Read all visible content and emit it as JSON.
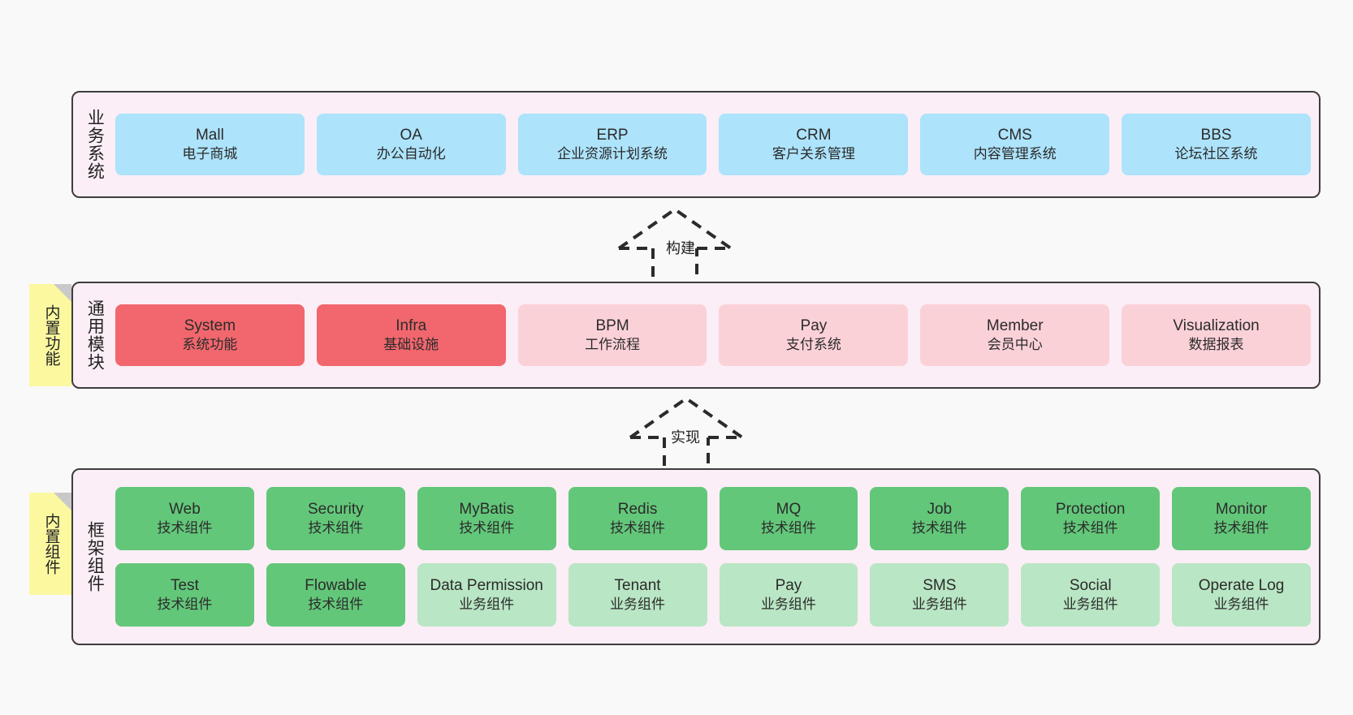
{
  "layers": [
    {
      "id": "business",
      "title": "业务系统",
      "rows": [
        [
          {
            "name": "Mall",
            "sub": "电子商城",
            "color": "blue"
          },
          {
            "name": "OA",
            "sub": "办公自动化",
            "color": "blue"
          },
          {
            "name": "ERP",
            "sub": "企业资源计划系统",
            "color": "blue"
          },
          {
            "name": "CRM",
            "sub": "客户关系管理",
            "color": "blue"
          },
          {
            "name": "CMS",
            "sub": "内容管理系统",
            "color": "blue"
          },
          {
            "name": "BBS",
            "sub": "论坛社区系统",
            "color": "blue"
          }
        ]
      ]
    },
    {
      "id": "modules",
      "title": "通用模块",
      "rows": [
        [
          {
            "name": "System",
            "sub": "系统功能",
            "color": "red"
          },
          {
            "name": "Infra",
            "sub": "基础设施",
            "color": "red"
          },
          {
            "name": "BPM",
            "sub": "工作流程",
            "color": "pink"
          },
          {
            "name": "Pay",
            "sub": "支付系统",
            "color": "pink"
          },
          {
            "name": "Member",
            "sub": "会员中心",
            "color": "pink"
          },
          {
            "name": "Visualization",
            "sub": "数据报表",
            "color": "pink"
          }
        ]
      ]
    },
    {
      "id": "framework",
      "title": "框架组件",
      "rows": [
        [
          {
            "name": "Web",
            "sub": "技术组件",
            "color": "green"
          },
          {
            "name": "Security",
            "sub": "技术组件",
            "color": "green"
          },
          {
            "name": "MyBatis",
            "sub": "技术组件",
            "color": "green"
          },
          {
            "name": "Redis",
            "sub": "技术组件",
            "color": "green"
          },
          {
            "name": "MQ",
            "sub": "技术组件",
            "color": "green"
          },
          {
            "name": "Job",
            "sub": "技术组件",
            "color": "green"
          },
          {
            "name": "Protection",
            "sub": "技术组件",
            "color": "green"
          },
          {
            "name": "Monitor",
            "sub": "技术组件",
            "color": "green"
          }
        ],
        [
          {
            "name": "Test",
            "sub": "技术组件",
            "color": "green"
          },
          {
            "name": "Flowable",
            "sub": "技术组件",
            "color": "green"
          },
          {
            "name": "Data Permission",
            "sub": "业务组件",
            "color": "lightgreen"
          },
          {
            "name": "Tenant",
            "sub": "业务组件",
            "color": "lightgreen"
          },
          {
            "name": "Pay",
            "sub": "业务组件",
            "color": "lightgreen"
          },
          {
            "name": "SMS",
            "sub": "业务组件",
            "color": "lightgreen"
          },
          {
            "name": "Social",
            "sub": "业务组件",
            "color": "lightgreen"
          },
          {
            "name": "Operate Log",
            "sub": "业务组件",
            "color": "lightgreen"
          }
        ]
      ]
    }
  ],
  "notes": [
    {
      "id": "modules",
      "label": "内置功能"
    },
    {
      "id": "framework",
      "label": "内置组件"
    }
  ],
  "arrows": [
    {
      "id": "build",
      "label": "构建"
    },
    {
      "id": "impl",
      "label": "实现"
    }
  ],
  "colors": {
    "layer_background": "#fbeef6",
    "layer_border": "#3d3d3d",
    "business_box": "#ade3fb",
    "module_core": "#f1676d",
    "module_optional": "#fbd1d8",
    "framework_tech": "#63c77a",
    "framework_business": "#b9e6c4",
    "note_background": "#fbf8a0",
    "canvas_background": "#f9f9f9"
  }
}
